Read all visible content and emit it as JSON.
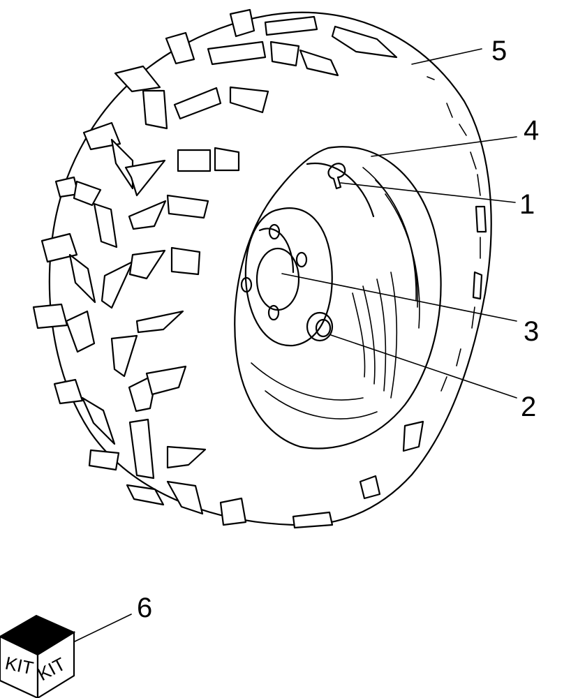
{
  "diagram": {
    "callouts": [
      {
        "id": "5",
        "label": "5"
      },
      {
        "id": "4",
        "label": "4"
      },
      {
        "id": "1",
        "label": "1"
      },
      {
        "id": "3",
        "label": "3"
      },
      {
        "id": "2",
        "label": "2"
      },
      {
        "id": "6",
        "label": "6"
      }
    ],
    "kit_box": {
      "front_label": "KIT",
      "side_label": "KIT"
    }
  }
}
